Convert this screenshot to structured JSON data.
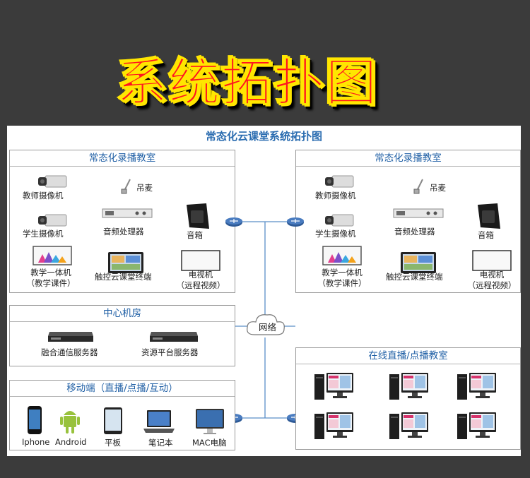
{
  "banner_title": "系统拓扑图",
  "diagram_title": "常态化云课堂系统拓扑图",
  "classroom_left": {
    "title": "常态化录播教室",
    "teacher_camera": "教师摄像机",
    "student_camera": "学生摄像机",
    "smartboard": "教学一体机",
    "smartboard_sub": "（教学课件）",
    "mic": "吊麦",
    "audio_processor": "音频处理器",
    "terminal": "触控云课堂终端",
    "speaker": "音箱",
    "tv": "电视机",
    "tv_sub": "（远程视频）"
  },
  "classroom_right": {
    "title": "常态化录播教室",
    "teacher_camera": "教师摄像机",
    "student_camera": "学生摄像机",
    "smartboard": "教学一体机",
    "smartboard_sub": "（教学课件）",
    "mic": "吊麦",
    "audio_processor": "音频处理器",
    "terminal": "触控云课堂终端",
    "speaker": "音箱",
    "tv": "电视机",
    "tv_sub": "（远程视频）"
  },
  "datacenter": {
    "title": "中心机房",
    "server1": "融合通信服务器",
    "server2": "资源平台服务器"
  },
  "network_label": "网络",
  "mobile": {
    "title": "移动端（直播/点播/互动）",
    "items": [
      "Iphone",
      "Android",
      "平板",
      "笔记本",
      "MAC电脑"
    ]
  },
  "online": {
    "title": "在线直播/点播教室"
  },
  "colors": {
    "banner_bg": "#3b3b3b",
    "banner_text": "#ff1420",
    "banner_outline": "#ffe600",
    "title_blue": "#2a6cb0",
    "line_yellow": "#f2b800",
    "line_green": "#2aa52a",
    "line_blue": "#5a8fc8"
  },
  "icons": [
    "camera-icon",
    "microphone-icon",
    "audio-processor-icon",
    "touch-terminal-icon",
    "speaker-icon",
    "tv-icon",
    "smartboard-icon",
    "server-icon",
    "router-icon",
    "cloud-icon",
    "phone-icon",
    "android-icon",
    "tablet-icon",
    "laptop-icon",
    "imac-icon",
    "desktop-pc-icon"
  ]
}
